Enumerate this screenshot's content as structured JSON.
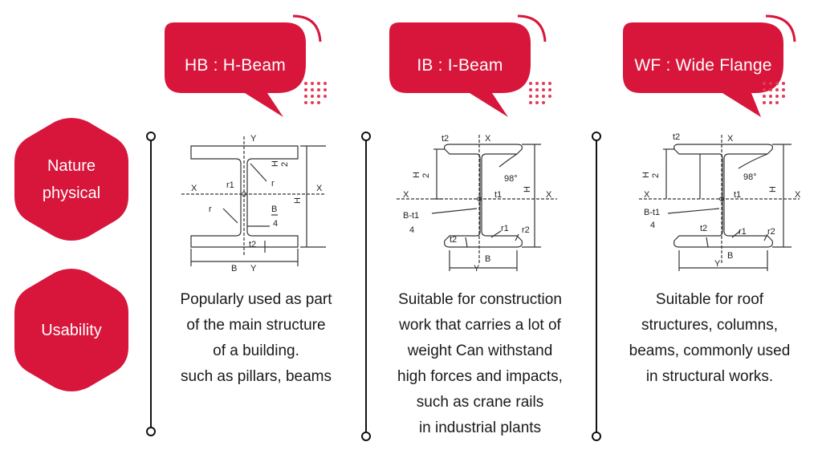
{
  "columns": [
    {
      "title": "HB : H-Beam",
      "description": [
        "Popularly used as part",
        "of the main structure",
        "of a building.",
        "such as pillars, beams"
      ]
    },
    {
      "title": "IB : I-Beam",
      "description": [
        "Suitable for construction",
        "work that carries a lot of",
        "weight Can withstand",
        "high forces and impacts,",
        "such as crane rails",
        "in industrial plants"
      ]
    },
    {
      "title": "WF : Wide Flange",
      "description": [
        "Suitable for roof",
        "structures, columns,",
        "beams, commonly used",
        "in structural works."
      ]
    }
  ],
  "rows": [
    {
      "label_line1": "Nature",
      "label_line2": "physical"
    },
    {
      "label": "Usability"
    }
  ],
  "diagram_labels": {
    "hbeam": {
      "y_top": "Y",
      "x_left": "X",
      "x_right": "X",
      "r1": "r1",
      "r": "r",
      "r_lower": "r",
      "h_half_top": "H",
      "h_half_bot": "2",
      "h": "H",
      "b_quarter_top": "B",
      "b_quarter_bot": "4",
      "t2": "t2",
      "b": "B",
      "y_bottom": "Y"
    },
    "ibeam": {
      "t2_top": "t2",
      "x_top": "X",
      "h_half_top": "H",
      "h_half_bot": "2",
      "angle": "98°",
      "h": "H",
      "x_left": "X",
      "t1": "t1",
      "x_right": "X",
      "bt1_top": "B-t1",
      "bt1_bot": "4",
      "t2_bot": "t2",
      "r1": "r1",
      "r2": "r2",
      "b": "B",
      "y": "Y"
    },
    "wflange": {
      "t2_top": "t2",
      "x_top": "X",
      "h_half_top": "H",
      "h_half_bot": "2",
      "angle": "98°",
      "h": "H",
      "x_left": "X",
      "t1": "t1",
      "x_right": "X",
      "bt1_top": "B-t1",
      "bt1_bot": "4",
      "t2_bot": "t2",
      "r1": "r1",
      "r2": "r2",
      "b": "B",
      "y": "Y"
    }
  },
  "colors": {
    "accent": "#d8153a",
    "accent_light": "#e23b55",
    "line": "#111111"
  }
}
